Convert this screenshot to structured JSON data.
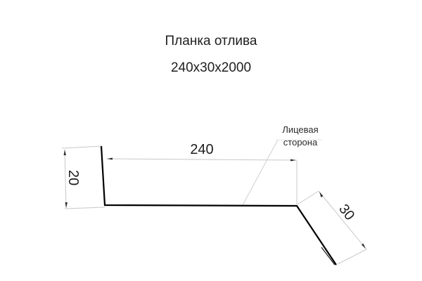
{
  "title": {
    "name": "Планка отлива",
    "size": "240x30x2000"
  },
  "diagram": {
    "type": "sheet-metal profile drawing",
    "dimensions": {
      "height_left": "20",
      "width": "240",
      "flange": "30"
    },
    "annotation": {
      "line1": "Лицевая",
      "line2": "сторона"
    },
    "colors": {
      "profile": "#000000",
      "dimension_lines": "#c8c8c8",
      "text": "#1e1e1e"
    }
  }
}
